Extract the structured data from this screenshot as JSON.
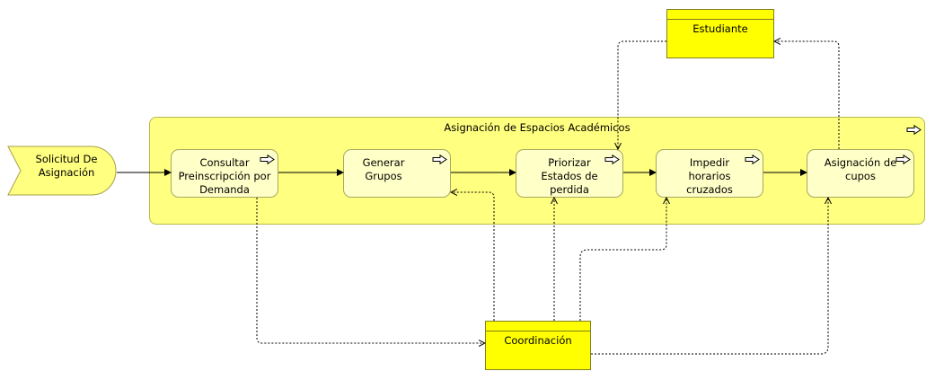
{
  "event": {
    "label": "Solicitud De Asignación"
  },
  "container": {
    "title": "Asignación de Espacios Académicos"
  },
  "processes": [
    {
      "label": "Consultar Preinscripción por Demanda"
    },
    {
      "label": "Generar Grupos"
    },
    {
      "label": "Priorizar Estados de perdida"
    },
    {
      "label": "Impedir horarios cruzados"
    },
    {
      "label": "Asignación de cupos"
    }
  ],
  "actors": {
    "estudiante": {
      "label": "Estudiante"
    },
    "coordinacion": {
      "label": "Coordinación"
    }
  },
  "colors": {
    "container_fill": "#ffff80",
    "process_fill": "#ffffc8",
    "actor_fill": "#ffff00"
  },
  "icons": {
    "process_icon": "process-arrow-icon"
  }
}
